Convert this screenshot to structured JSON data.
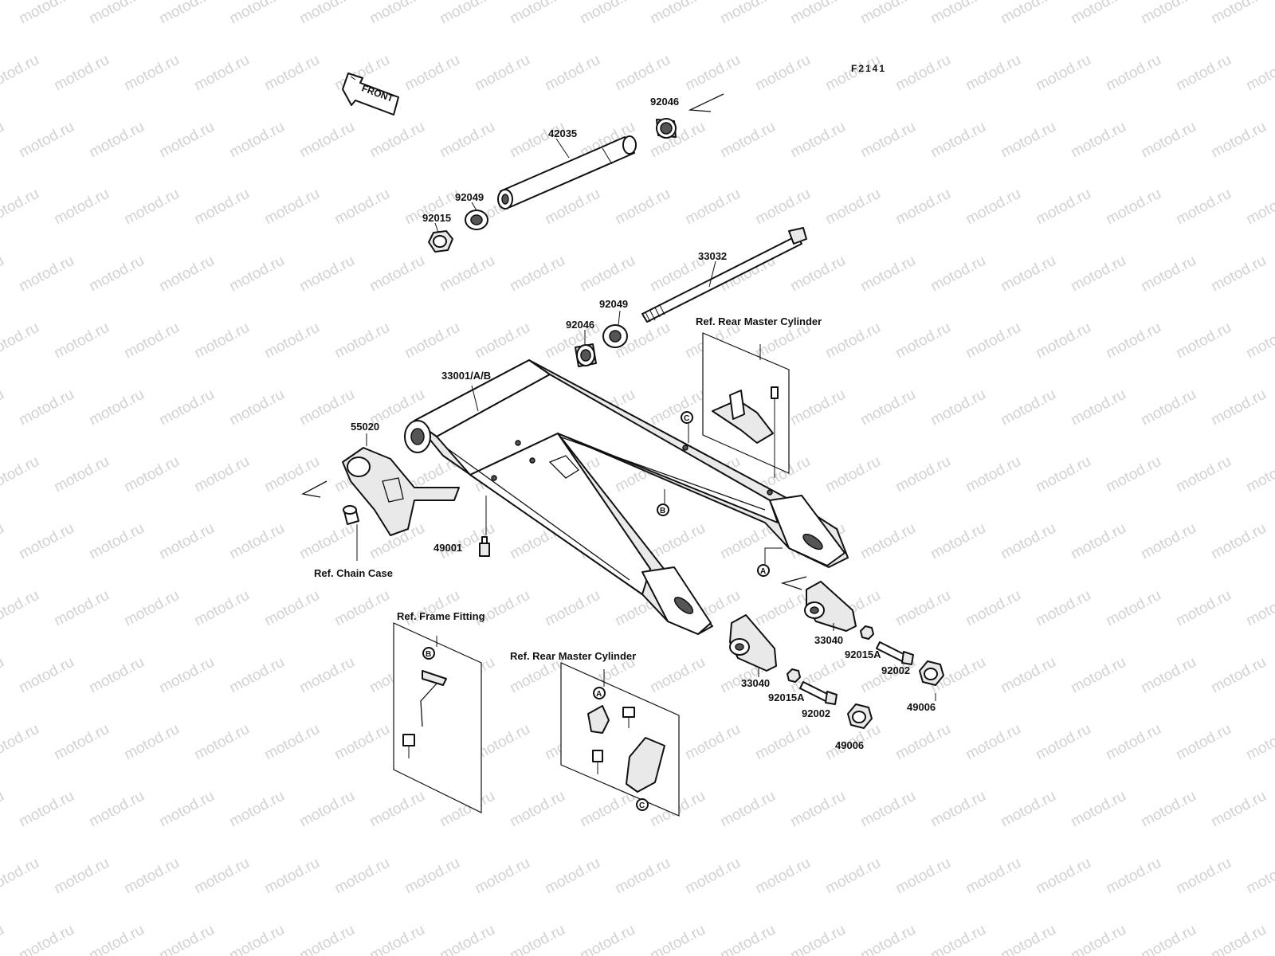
{
  "diagram": {
    "code": "F2141",
    "front_label": "FRONT",
    "watermark": "motod.ru",
    "parts": [
      {
        "id": "p92046a",
        "label": "92046"
      },
      {
        "id": "p42035",
        "label": "42035"
      },
      {
        "id": "p92049a",
        "label": "92049"
      },
      {
        "id": "p92015",
        "label": "92015"
      },
      {
        "id": "p33032",
        "label": "33032"
      },
      {
        "id": "p92049b",
        "label": "92049"
      },
      {
        "id": "p92046b",
        "label": "92046"
      },
      {
        "id": "p33001",
        "label": "33001/A/B"
      },
      {
        "id": "p55020",
        "label": "55020"
      },
      {
        "id": "p49001",
        "label": "49001"
      },
      {
        "id": "p33040a",
        "label": "33040"
      },
      {
        "id": "p92015Aa",
        "label": "92015A"
      },
      {
        "id": "p92002a",
        "label": "92002"
      },
      {
        "id": "p49006a",
        "label": "49006"
      },
      {
        "id": "p33040b",
        "label": "33040"
      },
      {
        "id": "p92015Ab",
        "label": "92015A"
      },
      {
        "id": "p92002b",
        "label": "92002"
      },
      {
        "id": "p49006b",
        "label": "49006"
      }
    ],
    "references": [
      {
        "id": "ref-rear-master-cylinder-top",
        "label": "Ref. Rear Master Cylinder"
      },
      {
        "id": "ref-chain-case",
        "label": "Ref. Chain Case"
      },
      {
        "id": "ref-frame-fitting",
        "label": "Ref. Frame Fitting"
      },
      {
        "id": "ref-rear-master-cylinder-bottom",
        "label": "Ref. Rear Master Cylinder"
      }
    ],
    "callouts": {
      "a": "A",
      "b": "B",
      "c": "C"
    }
  }
}
